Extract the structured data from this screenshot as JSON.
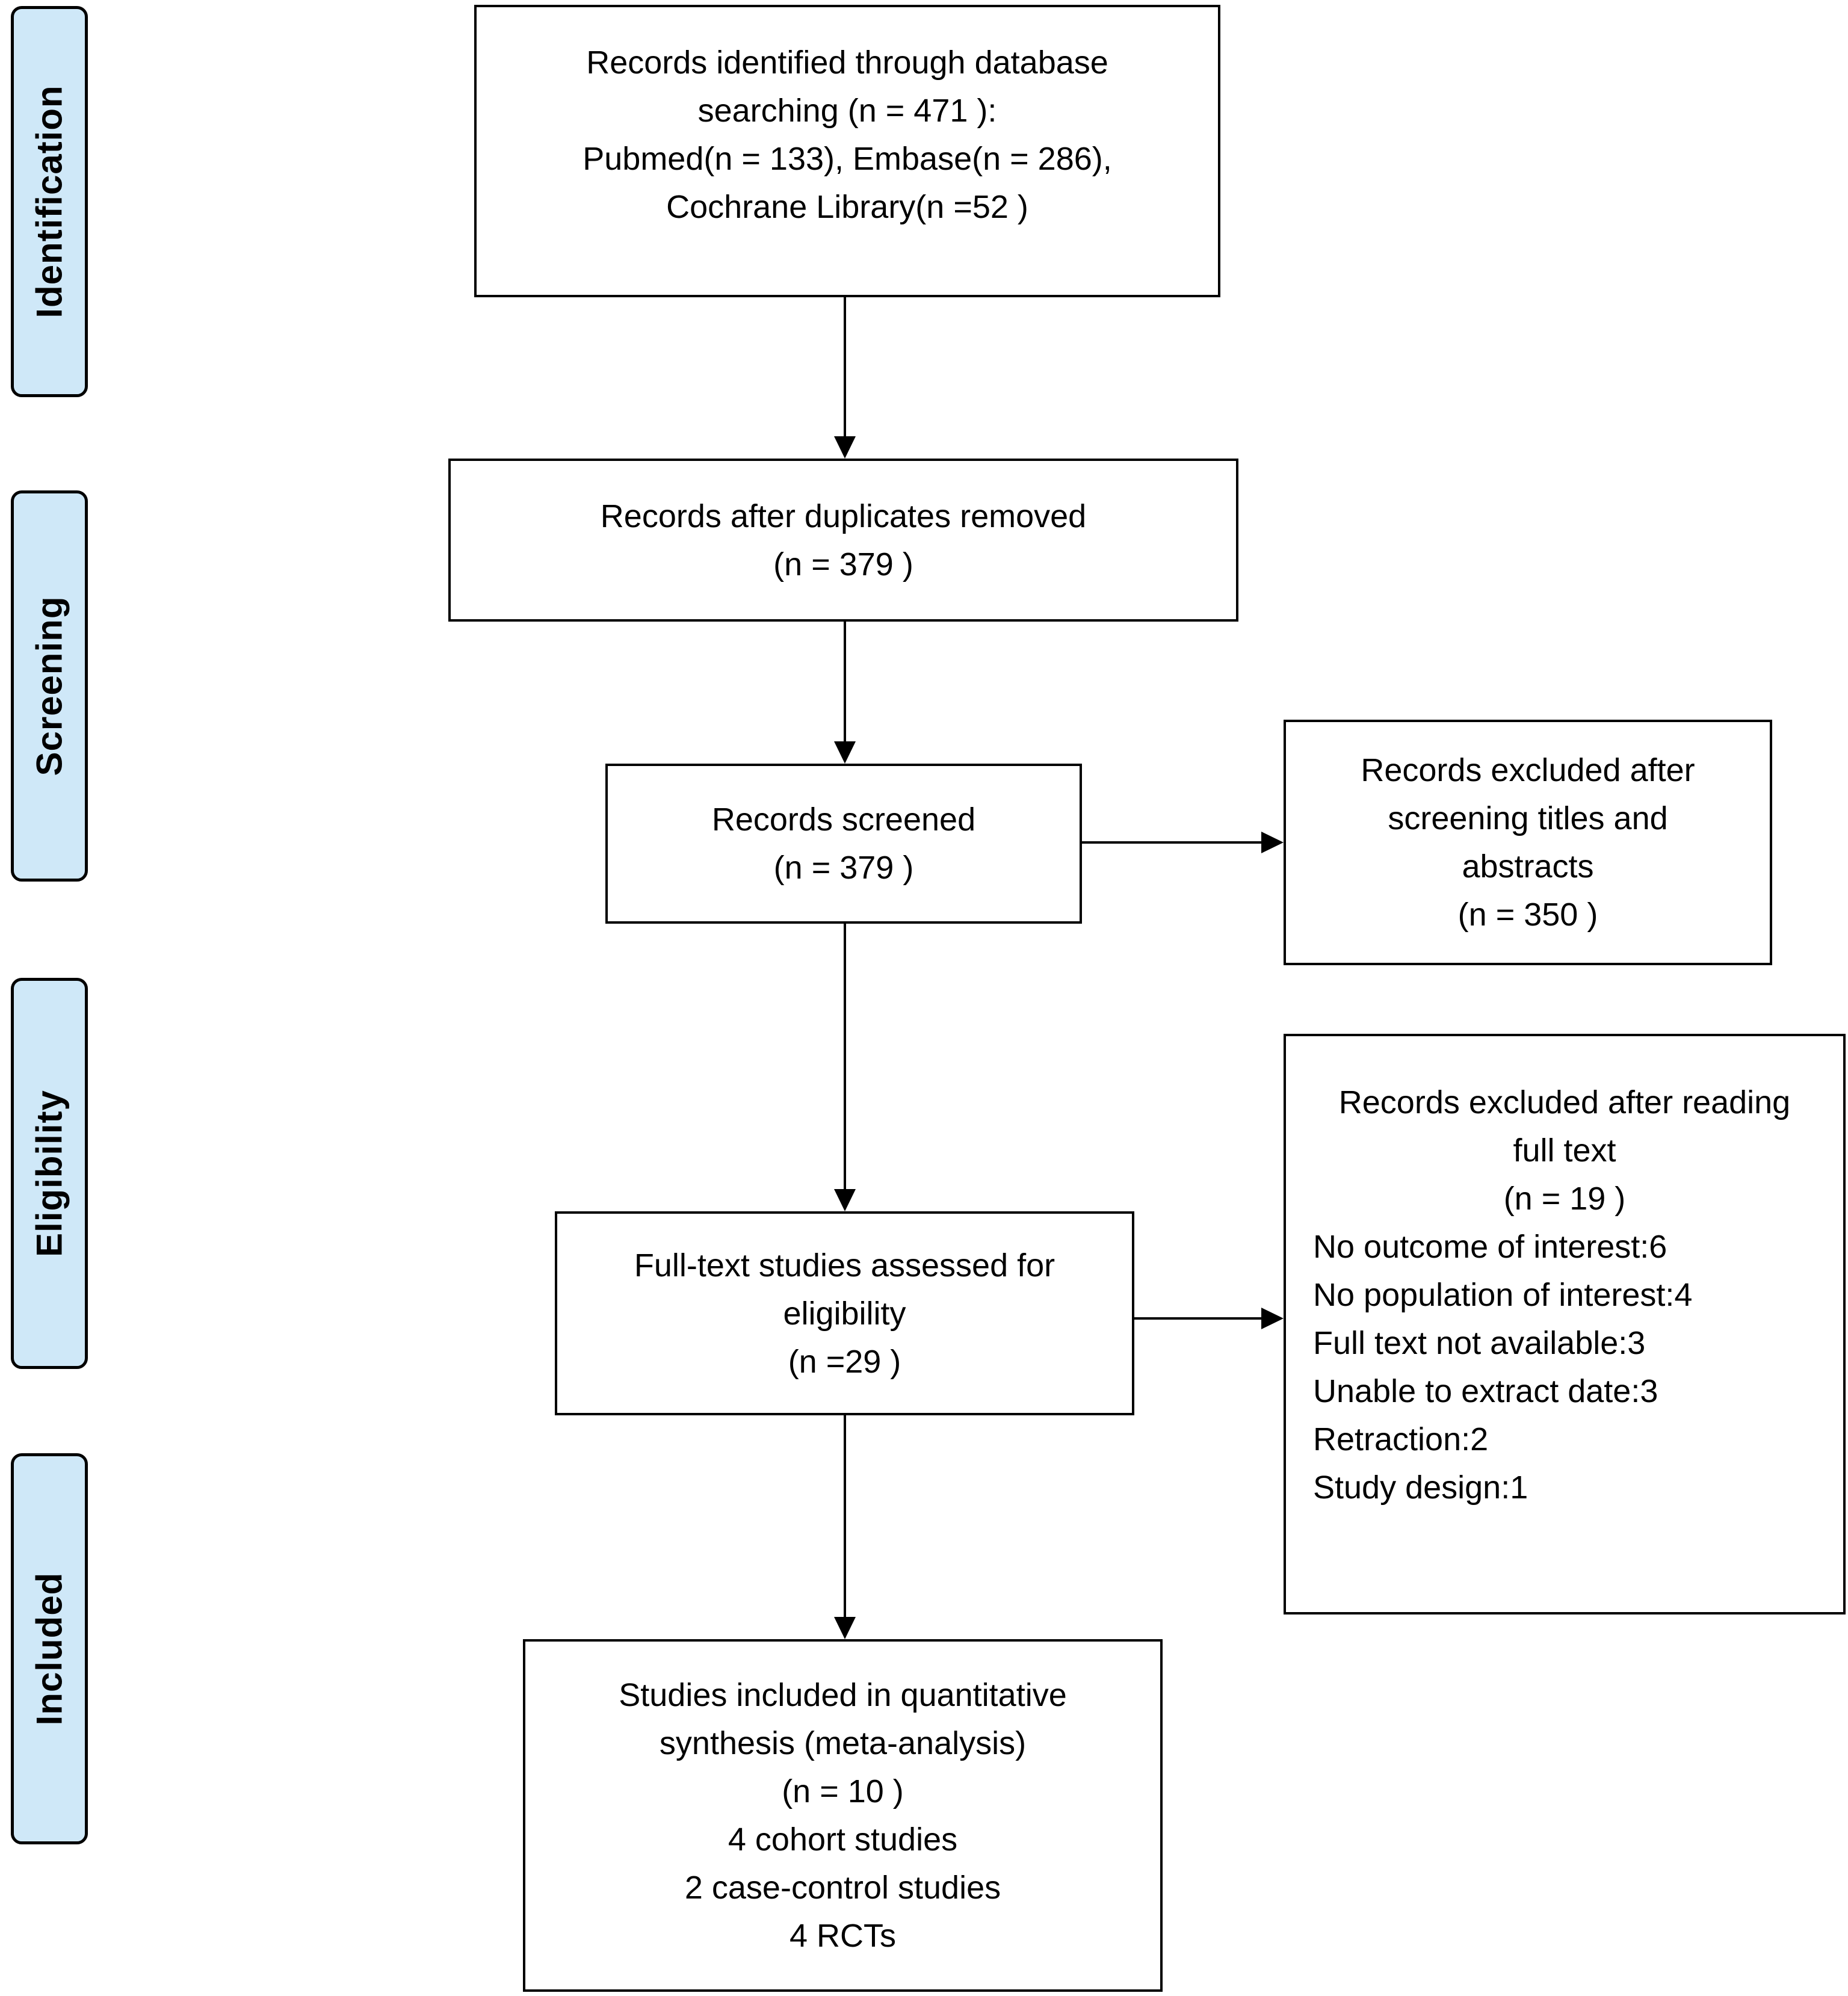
{
  "stages": [
    {
      "id": "identification",
      "label": "Identification"
    },
    {
      "id": "screening",
      "label": "Screening"
    },
    {
      "id": "eligibility",
      "label": "Eligibility"
    },
    {
      "id": "included",
      "label": "Included"
    }
  ],
  "boxes": {
    "records_identified": {
      "lines": [
        "Records identified through database",
        "searching (n = 471 ):",
        "Pubmed(n = 133), Embase(n = 286),",
        "Cochrane Library(n =52 )"
      ]
    },
    "duplicates_removed": {
      "lines": [
        "Records after duplicates removed",
        "(n = 379 )"
      ]
    },
    "records_screened": {
      "lines": [
        "Records screened",
        "(n = 379 )"
      ]
    },
    "excluded_screening": {
      "lines": [
        "Records excluded after",
        "screening titles and",
        "abstracts",
        "(n = 350 )"
      ]
    },
    "full_text_assessed": {
      "lines": [
        "Full-text studies assessed for",
        "eligibility",
        "(n =29 )"
      ]
    },
    "excluded_full_text": {
      "header": [
        "Records excluded after reading",
        "full text",
        "(n = 19 )"
      ],
      "reasons": [
        "No outcome of interest:6",
        "No population of interest:4",
        "Full text not available:3",
        "Unable to extract date:3",
        "Retraction:2",
        "Study design:1"
      ]
    },
    "included_studies": {
      "lines": [
        "Studies included in quantitative",
        "synthesis (meta-analysis)",
        "(n = 10 )",
        "4 cohort studies",
        "2 case-control studies",
        "4 RCTs"
      ]
    }
  }
}
